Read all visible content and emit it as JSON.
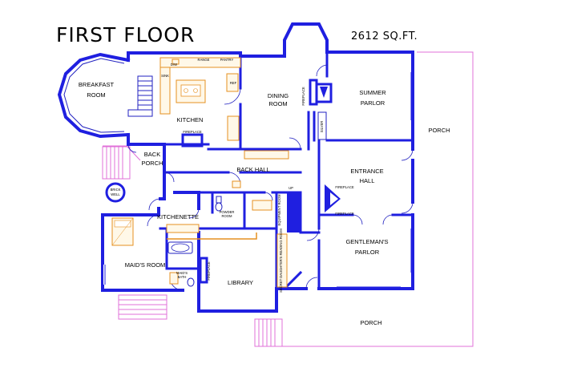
{
  "title": "FIRST FLOOR",
  "area": "2612 SQ.FT.",
  "rooms": {
    "breakfast_1": "BREAKFAST",
    "breakfast_2": "ROOM",
    "kitchen": "KITCHEN",
    "dining_1": "DINING",
    "dining_2": "ROOM",
    "summer_1": "SUMMER",
    "summer_2": "PARLOR",
    "porch_east": "PORCH",
    "back_porch_1": "BACK",
    "back_porch_2": "PORCH",
    "back_hall": "BACK HALL",
    "entrance_1": "ENTRANCE",
    "entrance_2": "HALL",
    "brick_well_1": "BRICK",
    "brick_well_2": "WELL",
    "kitchenette": "KITCHENETTE",
    "powder_1": "POWDER",
    "powder_2": "ROOM",
    "maids_room": "MAID'S ROOM",
    "maids_bath_1": "MAID'S",
    "maids_bath_2": "BATH",
    "library": "LIBRARY",
    "gentlemans_1": "GENTLEMAN'S",
    "gentlemans_2": "PARLOR",
    "porch_south": "PORCH",
    "silver": "SILVER",
    "reading_room": "SECRET DAUGHTER'S READING ROOM",
    "equipment_room": "EQUIPMENT ROOM"
  },
  "fixtures": {
    "fireplace_kitchen": "FIREPLACE",
    "fireplace_dining": "FIREPLACE",
    "fireplace_library": "FIREPLACE",
    "fireplace_entrance": "FIREPLACE",
    "fireplace_gents": "FIREPLACE",
    "ref": "REF",
    "dw": "D/W",
    "range": "RANGE",
    "sink": "SINK",
    "pantry": "PANTRY",
    "up": "UP"
  },
  "colors": {
    "wall": "#1f1fe0",
    "fixture": "#e69020",
    "porch_outline": "#e070d8"
  }
}
